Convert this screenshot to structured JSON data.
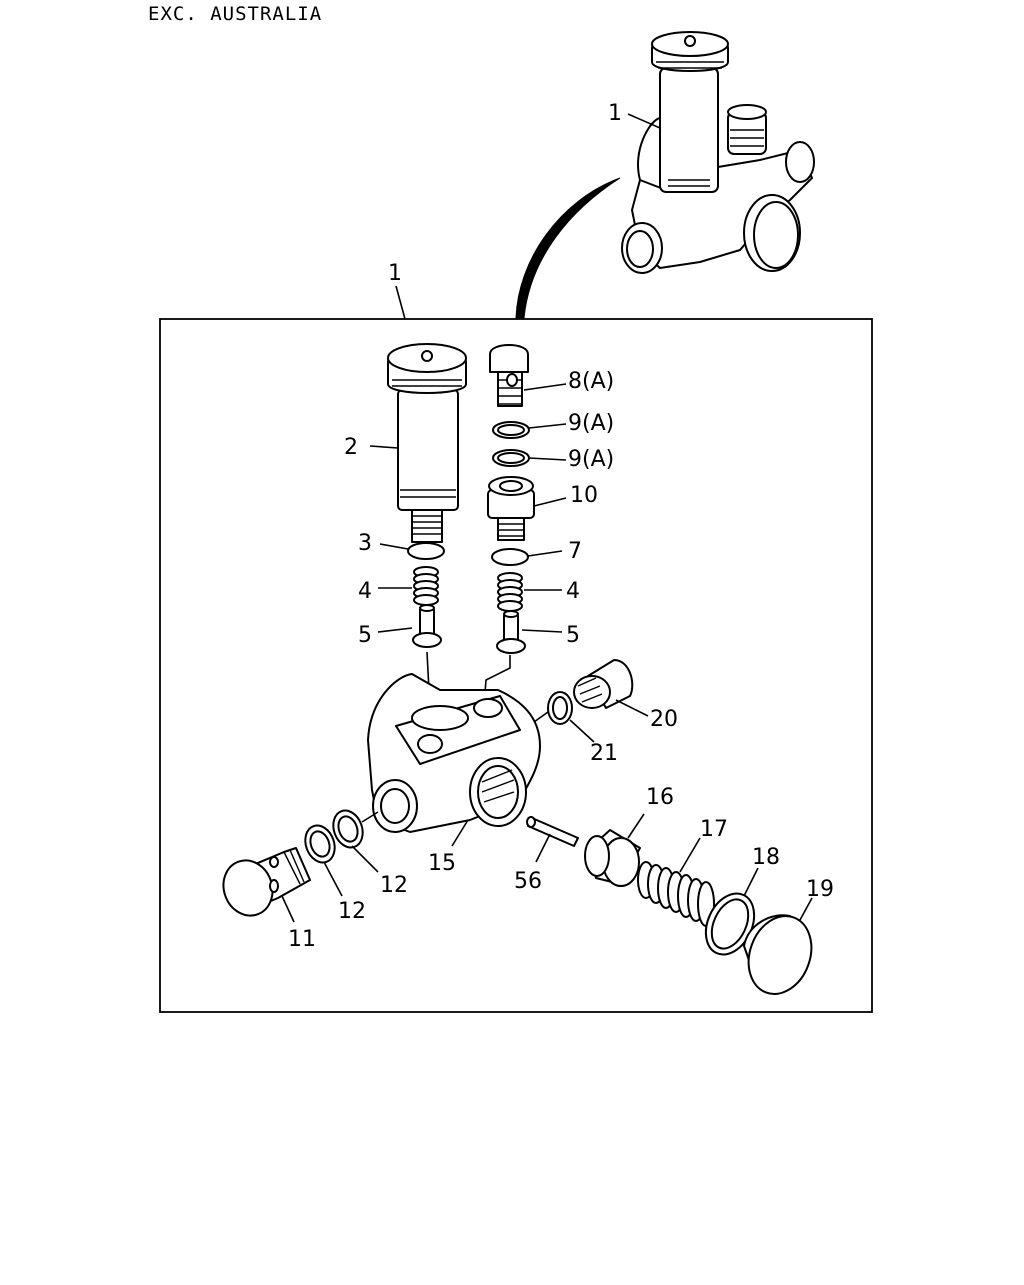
{
  "header": {
    "region_note": "EXC. AUSTRALIA"
  },
  "callouts": {
    "assembly_top": "1",
    "assembly_main": "1",
    "c2": "2",
    "c3": "3",
    "c4_left": "4",
    "c4_right": "4",
    "c5_left": "5",
    "c5_right": "5",
    "c7": "7",
    "c8": "8(A)",
    "c9_upper": "9(A)",
    "c9_lower": "9(A)",
    "c10": "10",
    "c11": "11",
    "c12_inner": "12",
    "c12_outer": "12",
    "c15": "15",
    "c16": "16",
    "c17": "17",
    "c18": "18",
    "c19": "19",
    "c20": "20",
    "c21": "21",
    "c56": "56"
  }
}
